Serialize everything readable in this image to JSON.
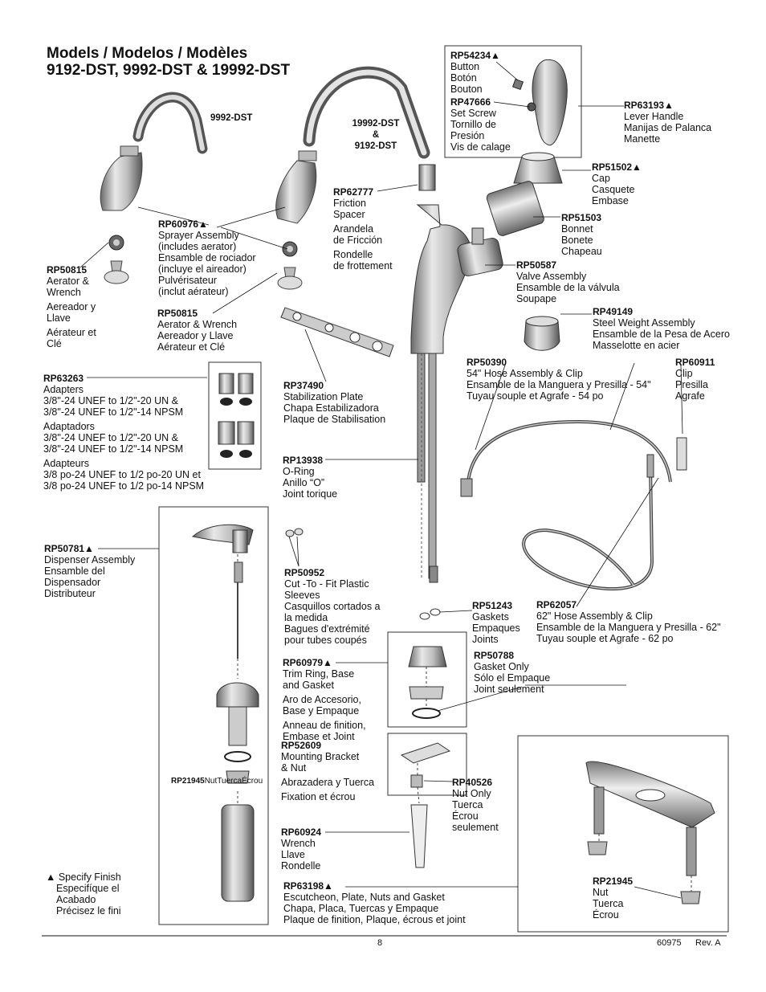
{
  "title": {
    "line1": "Models / Modelos / Modèles",
    "line2": "9192-DST, 9992-DST & 19992-DST"
  },
  "model_tags": {
    "m9992": "9992-DST",
    "m19992": [
      "19992-DST",
      "&",
      "9192-DST"
    ]
  },
  "parts": {
    "rp54234": [
      "Button",
      "Botón",
      "Bouton"
    ],
    "rp47666": [
      "Set Screw",
      "Tornillo de",
      "Presión",
      "Vis de calage"
    ],
    "rp63193": [
      "Lever Handle",
      "Manijas de Palanca",
      "Manette"
    ],
    "rp51502": [
      "Cap",
      "Casquete",
      "Embase"
    ],
    "rp51503": [
      "Bonnet",
      "Bonete",
      "Chapeau"
    ],
    "rp50587": [
      "Valve Assembly",
      "Ensamble de la válvula",
      "Soupape"
    ],
    "rp49149": [
      "Steel Weight Assembly",
      "Ensamble de la Pesa de Acero",
      "Masselotte en acier"
    ],
    "rp62777": [
      "Friction",
      "Spacer",
      "|",
      "Arandela",
      "de Fricción",
      "|",
      "Rondelle",
      "de frottement"
    ],
    "rp60976": [
      "Sprayer Assembly",
      "(includes aerator)",
      "Ensamble de rociador",
      "(incluye el aireador)",
      "Pulvérisateur",
      "(inclut aérateur)"
    ],
    "rp50815a": [
      "Aerator &",
      "Wrench",
      "|",
      "Aereador y",
      "Llave",
      "|",
      "Aérateur et",
      "Clé"
    ],
    "rp50815b": [
      "Aerator & Wrench",
      "Aereador y Llave",
      "Aérateur et Clé"
    ],
    "rp63263": [
      "Adapters",
      "3/8\"-24 UNEF to 1/2\"-20 UN &",
      "3/8\"-24 UNEF to 1/2\"-14 NPSM",
      "|",
      "Adaptadors",
      "3/8\"-24 UNEF to 1/2\"-20 UN &",
      "3/8\"-24 UNEF to 1/2\"-14 NPSM",
      "|",
      "Adapteurs",
      "3/8 po-24 UNEF to 1/2 po-20 UN et",
      "3/8 po-24 UNEF to 1/2 po-14 NPSM"
    ],
    "rp37490": [
      "Stabilization Plate",
      "Chapa Estabilizadora",
      "Plaque de Stabilisation"
    ],
    "rp50390": [
      "54\" Hose Assembly & Clip",
      "Ensamble de la Manguera y Presilla - 54\"",
      "Tuyau souple et Agrafe - 54 po"
    ],
    "rp60911": [
      "Clip",
      "Presilla",
      "Agrafe"
    ],
    "rp13938": [
      "O-Ring",
      "Anillo “O”",
      "Joint torique"
    ],
    "rp50781": [
      "Dispenser Assembly",
      "Ensamble del",
      "Dispensador",
      "Distributeur"
    ],
    "rp50952": [
      "Cut -To - Fit Plastic",
      "Sleeves",
      "Casquillos cortados a",
      "la medida",
      "Bagues d'extrémité",
      "pour tubes coupés"
    ],
    "rp51243": [
      "Gaskets",
      "Empaques",
      "Joints"
    ],
    "rp62057": [
      "62\" Hose Assembly & Clip",
      "Ensamble de la Manguera y Presilla - 62\"",
      "Tuyau souple et Agrafe - 62 po"
    ],
    "rp60979": [
      "Trim Ring, Base",
      "and Gasket",
      "|",
      "Aro de Accesorio,",
      "Base y Empaque",
      "|",
      "Anneau de finition,",
      "Embase et Joint"
    ],
    "rp50788": [
      "Gasket Only",
      "Sólo el Empaque",
      "Joint seulement"
    ],
    "rp52609": [
      "Mounting Bracket",
      "& Nut",
      "|",
      "Abrazadera y Tuerca",
      "|",
      "Fixation et écrou"
    ],
    "rp40526": [
      "Nut Only",
      "Tuerca",
      "Écrou",
      "seulement"
    ],
    "rp21945a": [
      "Nut",
      "Tuerca",
      "Écrou"
    ],
    "rp60924": [
      "Wrench",
      "Llave",
      "Rondelle"
    ],
    "rp63198": [
      "Escutcheon, Plate, Nuts and Gasket",
      "Chapa, Placa, Tuercas y Empaque",
      "Plaque de finition, Plaque, écrous et joint"
    ],
    "rp21945b": [
      "Nut",
      "Tuerca",
      "Écrou"
    ]
  },
  "part_numbers": {
    "rp54234": "RP54234▲",
    "rp47666": "RP47666",
    "rp63193": "RP63193▲",
    "rp51502": "RP51502▲",
    "rp51503": "RP51503",
    "rp50587": "RP50587",
    "rp49149": "RP49149",
    "rp62777": "RP62777",
    "rp60976": "RP60976▲",
    "rp50815a": "RP50815",
    "rp50815b": "RP50815",
    "rp63263": "RP63263",
    "rp37490": "RP37490",
    "rp50390": "RP50390",
    "rp60911": "RP60911",
    "rp13938": "RP13938",
    "rp50781": "RP50781▲",
    "rp50952": "RP50952",
    "rp51243": "RP51243",
    "rp62057": "RP62057",
    "rp60979": "RP60979▲",
    "rp50788": "RP50788",
    "rp52609": "RP52609",
    "rp40526": "RP40526",
    "rp21945a": "RP21945",
    "rp60924": "RP60924",
    "rp63198": "RP63198▲",
    "rp21945b": "RP21945"
  },
  "finish_note": [
    "▲ Specify Finish",
    "Especifíque el",
    "Acabado",
    "Précisez le fini"
  ],
  "footer": {
    "page": "8",
    "doc": "60975",
    "rev": "Rev. A"
  }
}
